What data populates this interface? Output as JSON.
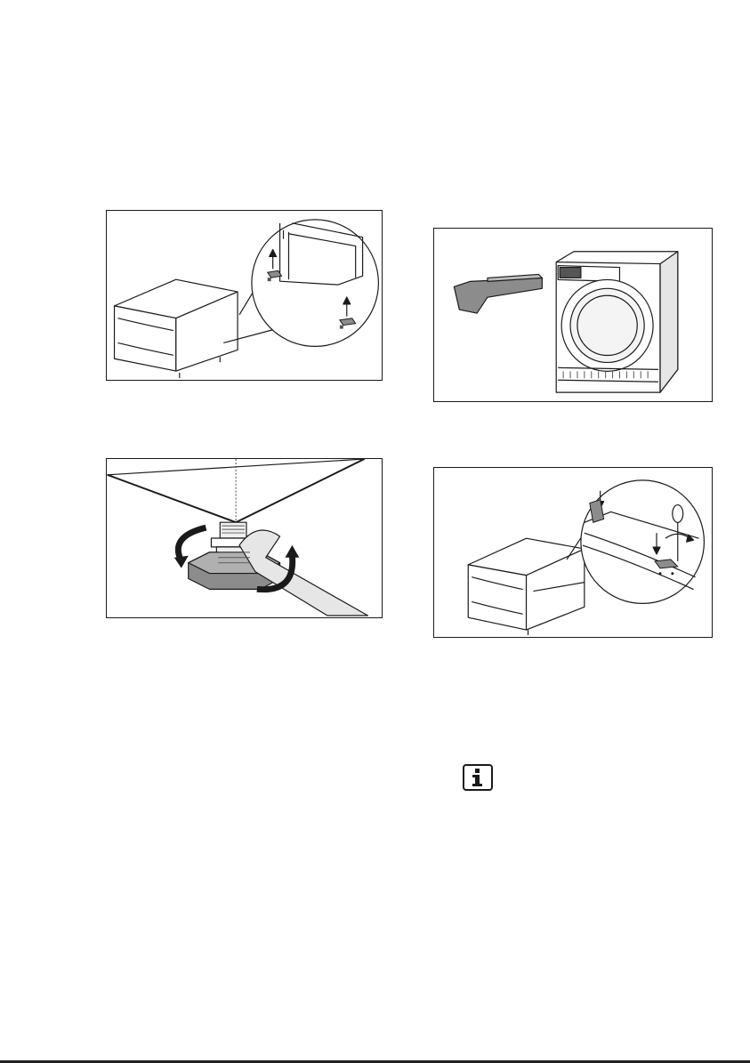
{
  "figures": [
    {
      "id": "fig1",
      "icon": "pedestal-feet-install"
    },
    {
      "id": "fig2",
      "icon": "dryer-drawer-removal"
    },
    {
      "id": "fig3",
      "icon": "foot-adjust-wrench"
    },
    {
      "id": "fig4",
      "icon": "pedestal-bracket-screw"
    }
  ],
  "info_icon": "info-icon",
  "colors": {
    "line": "#1a1a1a",
    "fill_gray": "#8c8c8c",
    "light_gray": "#d9d9d9"
  }
}
